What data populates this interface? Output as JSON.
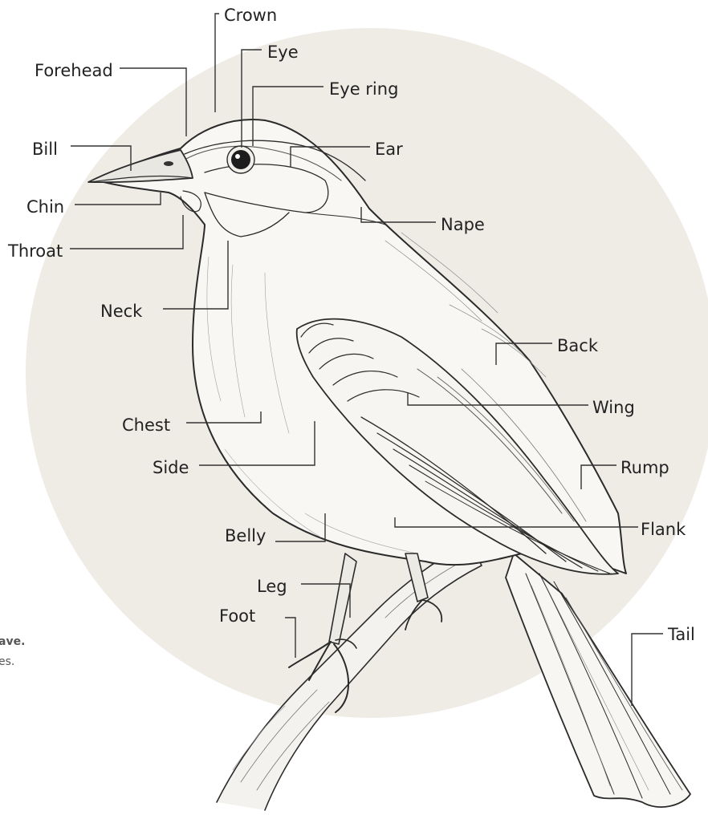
{
  "diagram": {
    "background_circle_color": "#efece6",
    "ink_color": "#2b2b2b",
    "cut_off_text": {
      "line1": "ave.",
      "line2": "es."
    },
    "labels": {
      "crown": "Crown",
      "eye": "Eye",
      "forehead": "Forehead",
      "eye_ring": "Eye ring",
      "bill": "Bill",
      "ear": "Ear",
      "chin": "Chin",
      "nape": "Nape",
      "throat": "Throat",
      "neck": "Neck",
      "back": "Back",
      "chest": "Chest",
      "wing": "Wing",
      "side": "Side",
      "rump": "Rump",
      "belly": "Belly",
      "flank": "Flank",
      "leg": "Leg",
      "foot": "Foot",
      "tail": "Tail"
    }
  }
}
